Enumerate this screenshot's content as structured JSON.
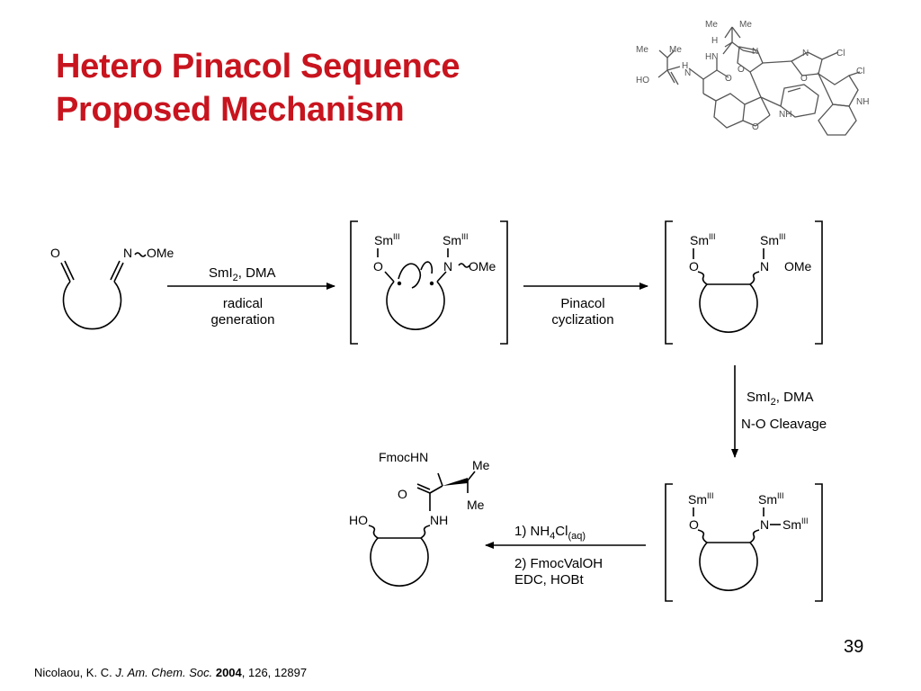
{
  "title": {
    "line1": "Hetero Pinacol Sequence",
    "line2": "Proposed Mechanism"
  },
  "page_number": "39",
  "citation": {
    "authors": "Nicolaou, K. C. ",
    "journal": "J. Am. Chem. Soc.",
    "year": "2004",
    "rest": ", 126, 12897"
  },
  "atoms": {
    "O": "O",
    "N": "N",
    "OMe": "OMe",
    "Sm": "Sm",
    "III": "III",
    "HO": "HO",
    "NH": "NH",
    "Me": "Me",
    "FmocHN": "FmocHN",
    "H": "H",
    "HN": "HN",
    "Cl": "Cl"
  },
  "steps": {
    "step1": {
      "reagent_main": "SmI",
      "reagent_sub": "2",
      "reagent_rest": ", DMA",
      "line2": "radical",
      "line3": "generation"
    },
    "step2": {
      "line1": "Pinacol",
      "line2": "cyclization"
    },
    "step3": {
      "reagent_main": "SmI",
      "reagent_sub": "2",
      "reagent_rest": ", DMA",
      "line2": "N-O Cleavage"
    },
    "step4": {
      "l1_pre": "1) NH",
      "l1_sub4": "4",
      "l1_cl": "Cl",
      "l1_aq": "(aq)",
      "l2": "2) FmocValOH",
      "l3": "EDC, HOBt"
    }
  }
}
